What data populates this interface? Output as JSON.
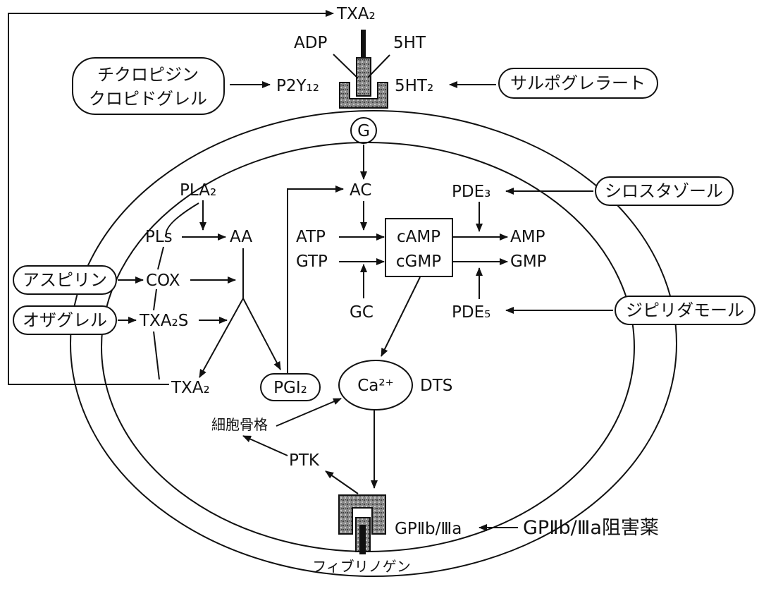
{
  "receptors": {
    "txa2_top": "TXA₂",
    "adp": "ADP",
    "ht5": "5HT",
    "p2y12": "P2Y₁₂",
    "ht2": "5HT₂",
    "g_protein": "G"
  },
  "drugs": {
    "ticlopidine": "チクロピジン",
    "clopidogrel": "クロピドグレル",
    "sarpogrelate": "サルポグレラート",
    "cilostazol": "シロスタゾール",
    "aspirin": "アスピリン",
    "ozagrel": "オザグレル",
    "dipyridamole": "ジピリダモール",
    "gp_inhibitor": "GPⅡb/Ⅲa阻害薬"
  },
  "pathway": {
    "pla2": "PLA₂",
    "pls": "PLs",
    "aa": "AA",
    "cox": "COX",
    "txa2s": "TXA₂S",
    "txa2": "TXA₂",
    "pgi2": "PGI₂",
    "ac": "AC",
    "atp": "ATP",
    "gtp": "GTP",
    "camp": "cAMP",
    "cgmp": "cGMP",
    "amp": "AMP",
    "gmp": "GMP",
    "gc": "GC",
    "pde3": "PDE₃",
    "pde5": "PDE₅",
    "ca": "Ca²⁺",
    "dts": "DTS",
    "cytoskeleton": "細胞骨格",
    "ptk": "PTK",
    "gp_receptor": "GPⅡb/Ⅲa",
    "fibrinogen": "フィブリノゲン"
  }
}
